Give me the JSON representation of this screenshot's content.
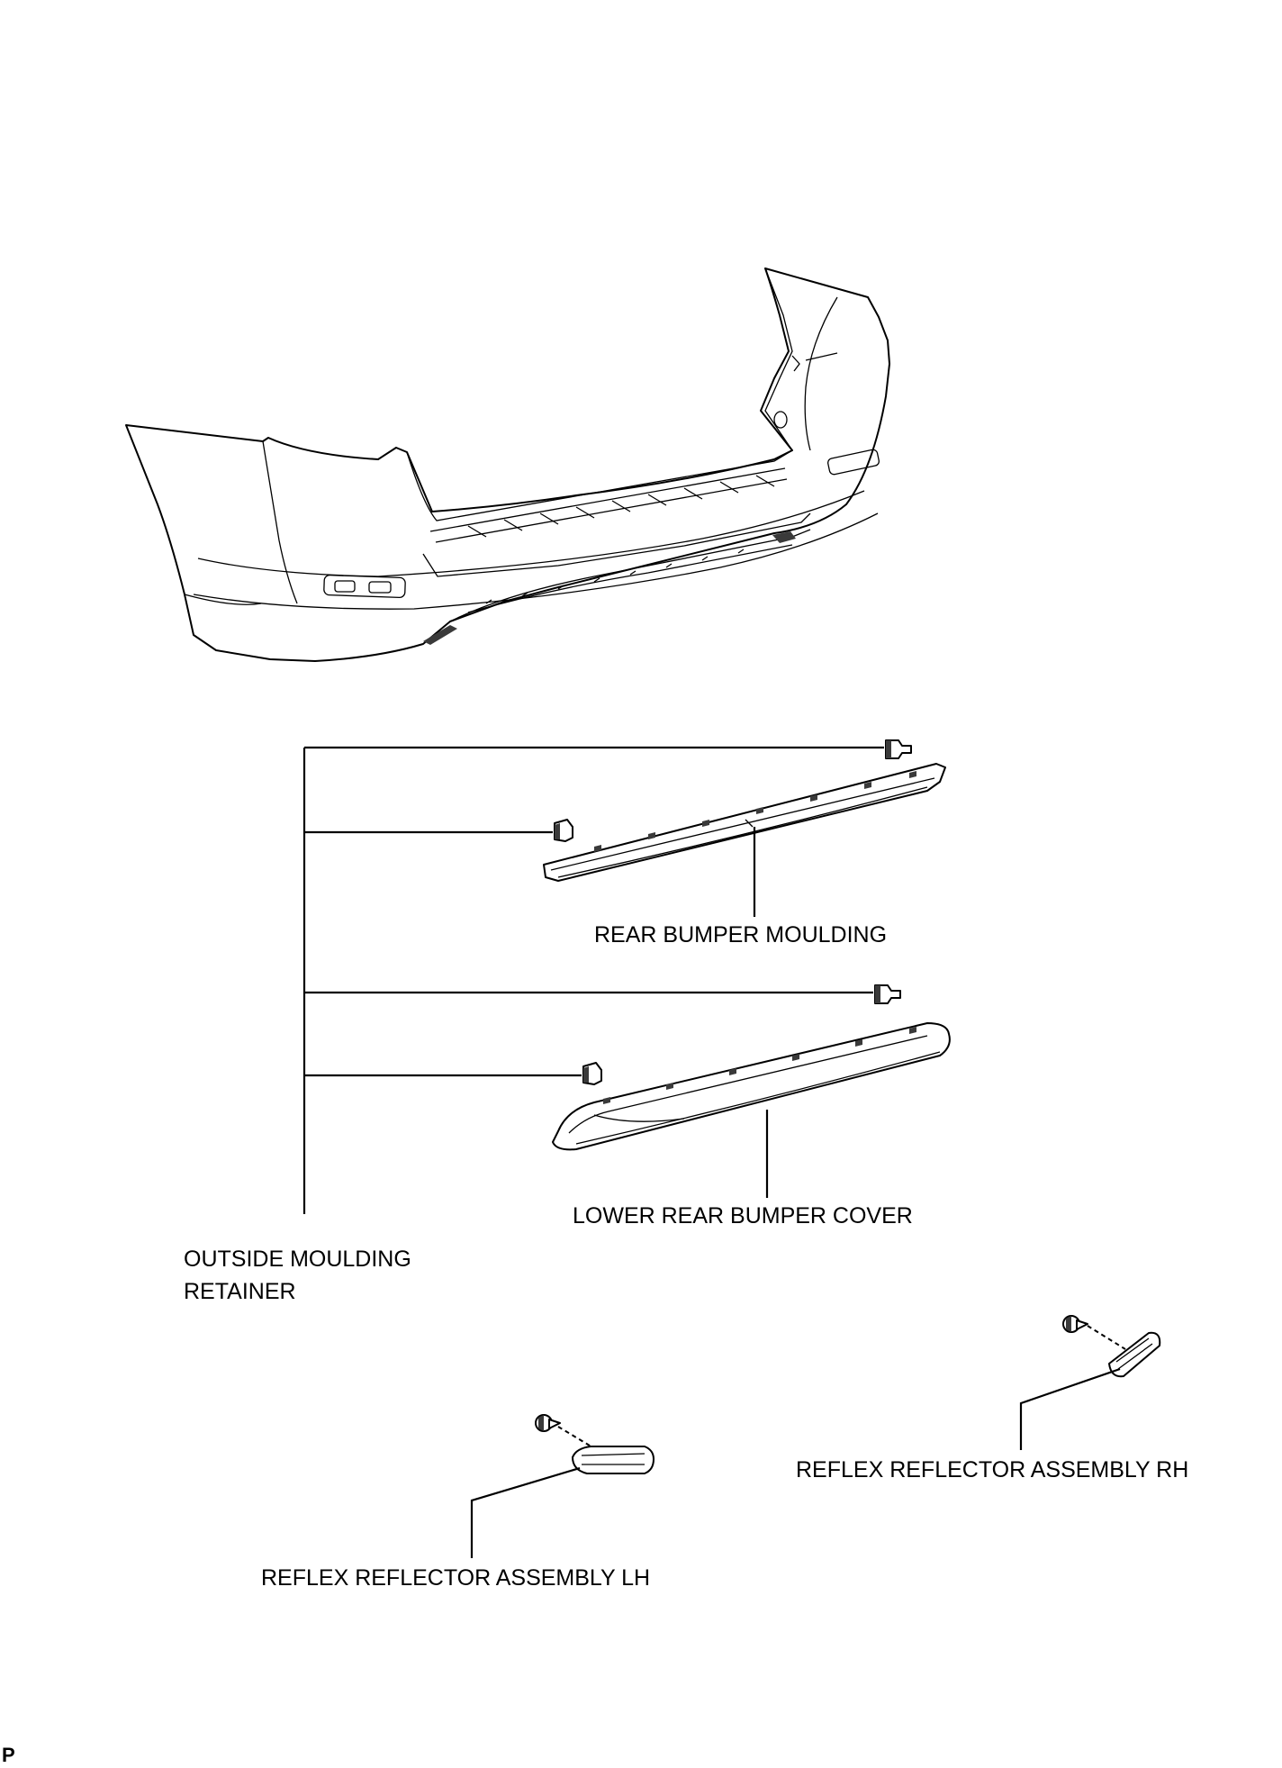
{
  "labels": {
    "rear_bumper_moulding": "REAR BUMPER MOULDING",
    "lower_rear_bumper_cover": "LOWER REAR BUMPER COVER",
    "outside_moulding_retainer_line1": "OUTSIDE MOULDING",
    "outside_moulding_retainer_line2": "RETAINER",
    "reflex_reflector_rh": "REFLEX REFLECTOR ASSEMBLY RH",
    "reflex_reflector_lh": "REFLEX REFLECTOR ASSEMBLY LH",
    "corner_mark": "P"
  }
}
